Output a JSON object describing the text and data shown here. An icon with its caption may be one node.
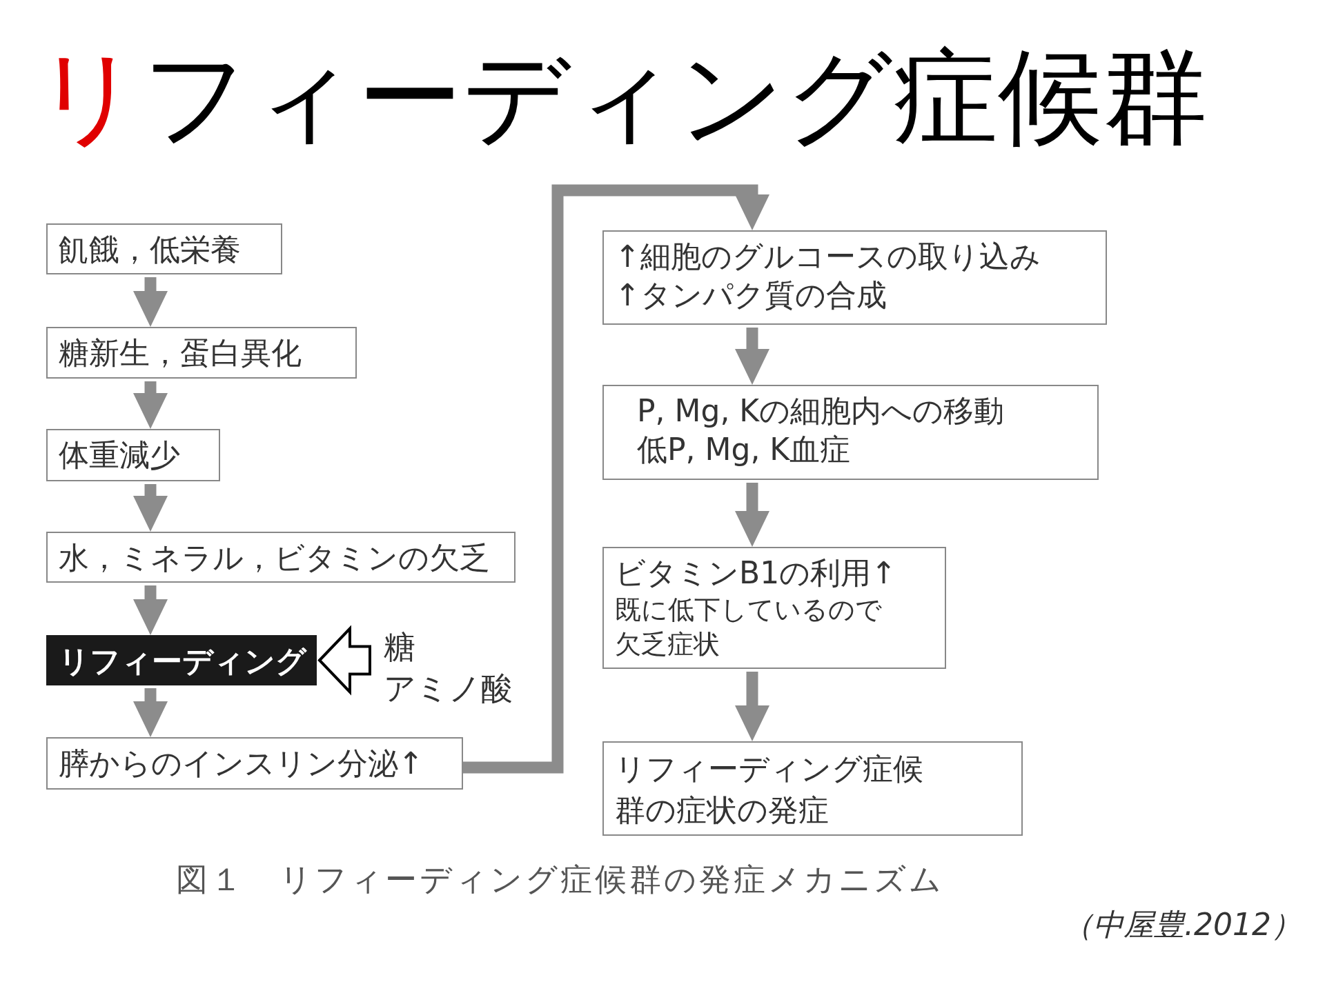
{
  "diagram": {
    "title": "リフィーディング症候群",
    "caption": "図１　リフィーディング症候群の発症メカニズム",
    "nodes": [
      {
        "text": [
          "飢餓，低栄養"
        ]
      },
      {
        "text": [
          "糖新生，蛋白異化"
        ]
      },
      {
        "text": [
          "体重減少"
        ]
      },
      {
        "text": [
          "水，ミネラル，ビタミンの欠乏"
        ]
      },
      {
        "text": [
          "リフィーディング"
        ]
      },
      {
        "text": [
          "糖",
          "アミノ酸"
        ]
      },
      {
        "text": [
          "膵からのインスリン分泌↑"
        ]
      },
      {
        "text": [
          "↑細胞のグルコースの取り込み",
          "↑タンパク質の合成"
        ]
      },
      {
        "text": [
          "P, Mg, Kの細胞内への移動",
          "低P, Mg, K血症"
        ]
      },
      {
        "text": [
          "ビタミンB1の利用↑",
          "既に低下しているので欠乏症状"
        ]
      },
      {
        "text": [
          "リフィーディング症候群の症状の発症"
        ]
      }
    ],
    "edges": [
      {
        "from": 0,
        "to": 1,
        "arrow": "to"
      },
      {
        "from": 1,
        "to": 2,
        "arrow": "to"
      },
      {
        "from": 2,
        "to": 3,
        "arrow": "to"
      },
      {
        "from": 3,
        "to": 4,
        "arrow": "to"
      },
      {
        "from": 5,
        "to": 4,
        "arrow": "to",
        "color": "#000000"
      },
      {
        "from": 4,
        "to": 6,
        "arrow": "to"
      },
      {
        "from": 6,
        "to": 7,
        "arrow": "to"
      },
      {
        "from": 7,
        "to": 8,
        "arrow": "to"
      },
      {
        "from": 8,
        "to": 9,
        "arrow": "to"
      },
      {
        "from": 9,
        "to": 10,
        "arrow": "to"
      }
    ],
    "labels": [
      "（中屋豊.2012）"
    ]
  }
}
